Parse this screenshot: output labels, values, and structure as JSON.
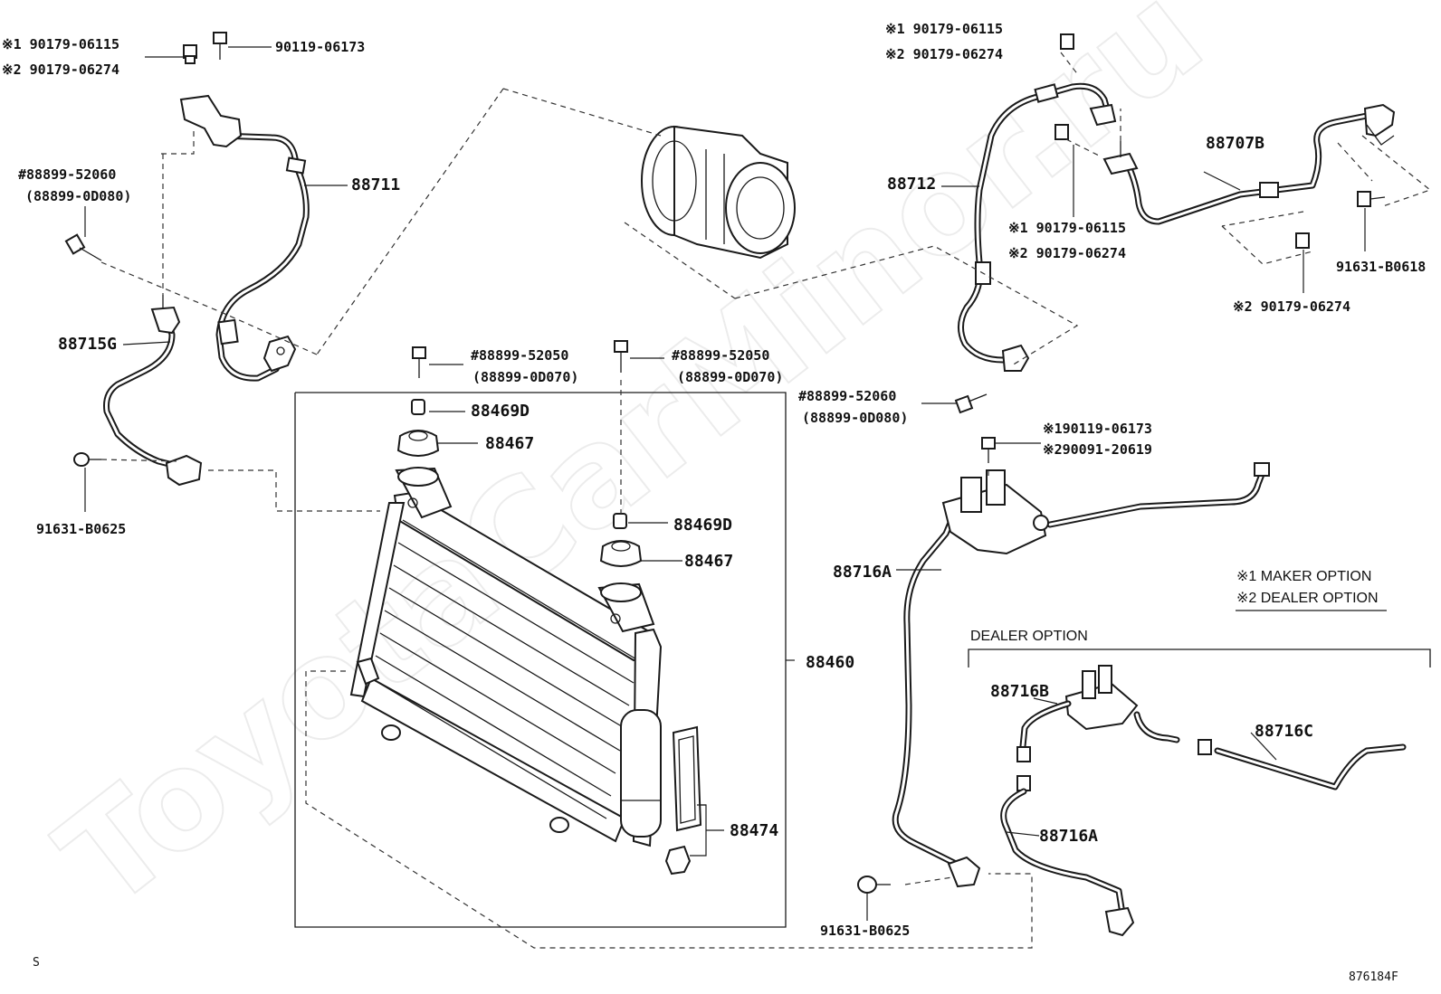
{
  "watermark": "ToyotaCarMinor.ru",
  "labels": {
    "l1": "※1 90179-06115",
    "l2": "※2 90179-06274",
    "l3": "90119-06173",
    "l4": "88711",
    "l5": "#88899-52060",
    "l6": "(88899-0D080)",
    "l7": "88715G",
    "l8": "91631-B0625",
    "l9": "#88899-52050",
    "l10": "(88899-0D070)",
    "l11": "88469D",
    "l12": "88467",
    "l13": "#88899-52050",
    "l14": "(88899-0D070)",
    "l15": "88469D",
    "l16": "88467",
    "l17": "88460",
    "l18": "88474",
    "l19": "※1 90179-06115",
    "l20": "※2 90179-06274",
    "l21": "88712",
    "l22": "88707B",
    "l23": "※1 90179-06115",
    "l24": "※2 90179-06274",
    "l25": "91631-B0618",
    "l26": "※2 90179-06274",
    "l27": "#88899-52060",
    "l28": "(88899-0D080)",
    "l29": "※190119-06173",
    "l30": "※290091-20619",
    "l31": "88716A",
    "l32": "※1 MAKER OPTION",
    "l33": "※2 DEALER OPTION",
    "l34": "DEALER OPTION",
    "l35": "88716B",
    "l36": "88716C",
    "l37": "88716A",
    "l38": "91631-B0625",
    "l39": "S",
    "l40": "876184F"
  }
}
